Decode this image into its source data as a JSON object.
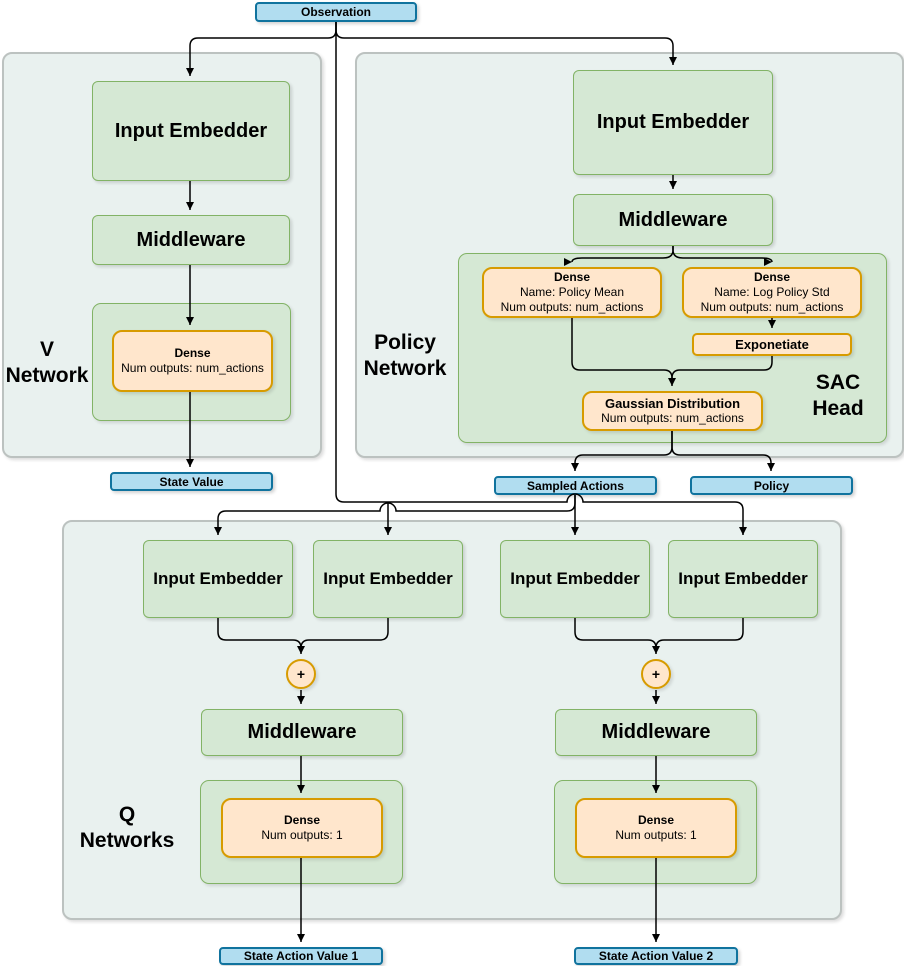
{
  "colors": {
    "green_fill": "#D5E8D4",
    "green_stroke": "#82B366",
    "orange_fill": "#FFE6CC",
    "orange_stroke": "#D79B00",
    "blue_fill": "#B1DDF0",
    "blue_stroke": "#10739E",
    "panel_fill": "#E9F1EF",
    "panel_stroke": "#BCC2C0",
    "edge_color": "#000000"
  },
  "observation": {
    "label": "Observation"
  },
  "v_network": {
    "title": "V Network",
    "input_embedder": "Input Embedder",
    "middleware": "Middleware",
    "dense": {
      "title": "Dense",
      "detail": "Num outputs: num_actions"
    },
    "output": "State Value"
  },
  "policy_network": {
    "title": "Policy Network",
    "input_embedder": "Input Embedder",
    "middleware": "Middleware",
    "sac_head": {
      "title": "SAC Head",
      "dense_mean": {
        "title": "Dense",
        "name_line": "Name: Policy Mean",
        "outputs_line": "Num outputs: num_actions"
      },
      "dense_std": {
        "title": "Dense",
        "name_line": "Name: Log Policy Std",
        "outputs_line": "Num outputs: num_actions"
      },
      "exponentiate": "Exponetiate",
      "gaussian": {
        "title": "Gaussian Distribution",
        "outputs_line": "Num outputs: num_actions"
      }
    },
    "outputs": {
      "sampled_actions": "Sampled Actions",
      "policy": "Policy"
    }
  },
  "q_networks": {
    "title": "Q Networks",
    "sum_symbol": "+",
    "embedders": [
      "Input Embedder",
      "Input Embedder",
      "Input Embedder",
      "Input Embedder"
    ],
    "middleware_1": "Middleware",
    "middleware_2": "Middleware",
    "dense_1": {
      "title": "Dense",
      "detail": "Num outputs: 1"
    },
    "dense_2": {
      "title": "Dense",
      "detail": "Num outputs: 1"
    },
    "output_1": "State Action Value 1",
    "output_2": "State Action Value 2"
  }
}
